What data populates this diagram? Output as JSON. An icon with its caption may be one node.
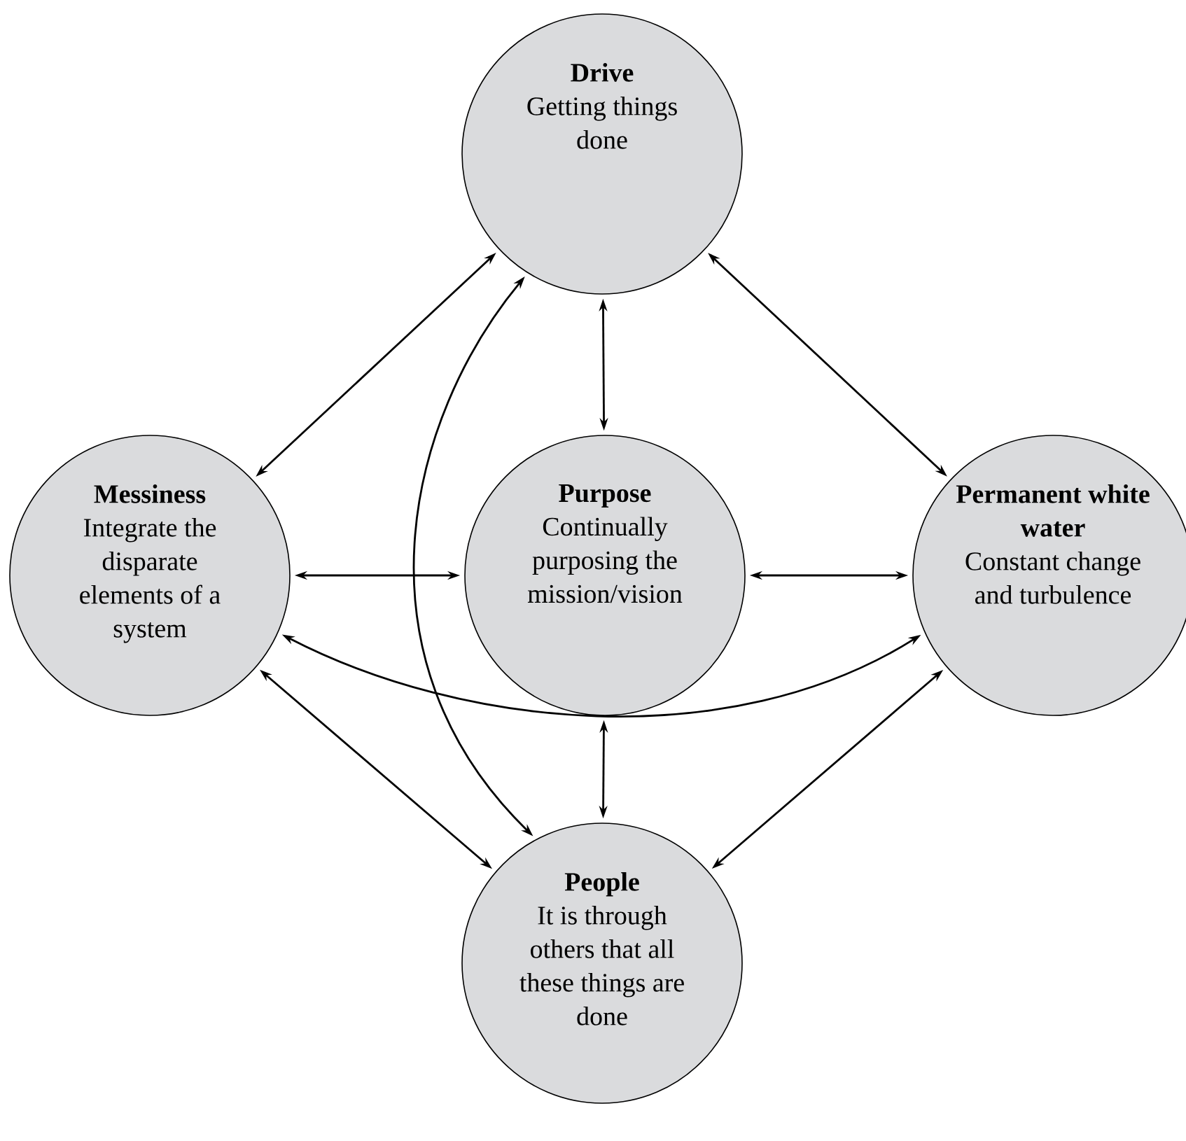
{
  "diagram": {
    "nodes": [
      {
        "text": [
          "Drive",
          "Getting things done"
        ]
      },
      {
        "text": [
          "Messiness",
          "Integrate the disparate elements of a system"
        ]
      },
      {
        "text": [
          "Purpose",
          "Continually purposing the mission/vision"
        ]
      },
      {
        "text": [
          "Permanent white water",
          "Constant change and turbulence"
        ]
      },
      {
        "text": [
          "People",
          "It is through others that all these things are done"
        ]
      }
    ],
    "edges": [
      {
        "from": 0,
        "to": 1,
        "arrow": "both"
      },
      {
        "from": 0,
        "to": 2,
        "arrow": "both"
      },
      {
        "from": 0,
        "to": 3,
        "arrow": "both"
      },
      {
        "from": 1,
        "to": 2,
        "arrow": "both"
      },
      {
        "from": 2,
        "to": 3,
        "arrow": "both"
      },
      {
        "from": 1,
        "to": 4,
        "arrow": "both"
      },
      {
        "from": 2,
        "to": 4,
        "arrow": "both"
      },
      {
        "from": 3,
        "to": 4,
        "arrow": "both"
      },
      {
        "from": 0,
        "to": 4,
        "arrow": "both"
      },
      {
        "from": 1,
        "to": 3,
        "arrow": "both"
      }
    ]
  }
}
